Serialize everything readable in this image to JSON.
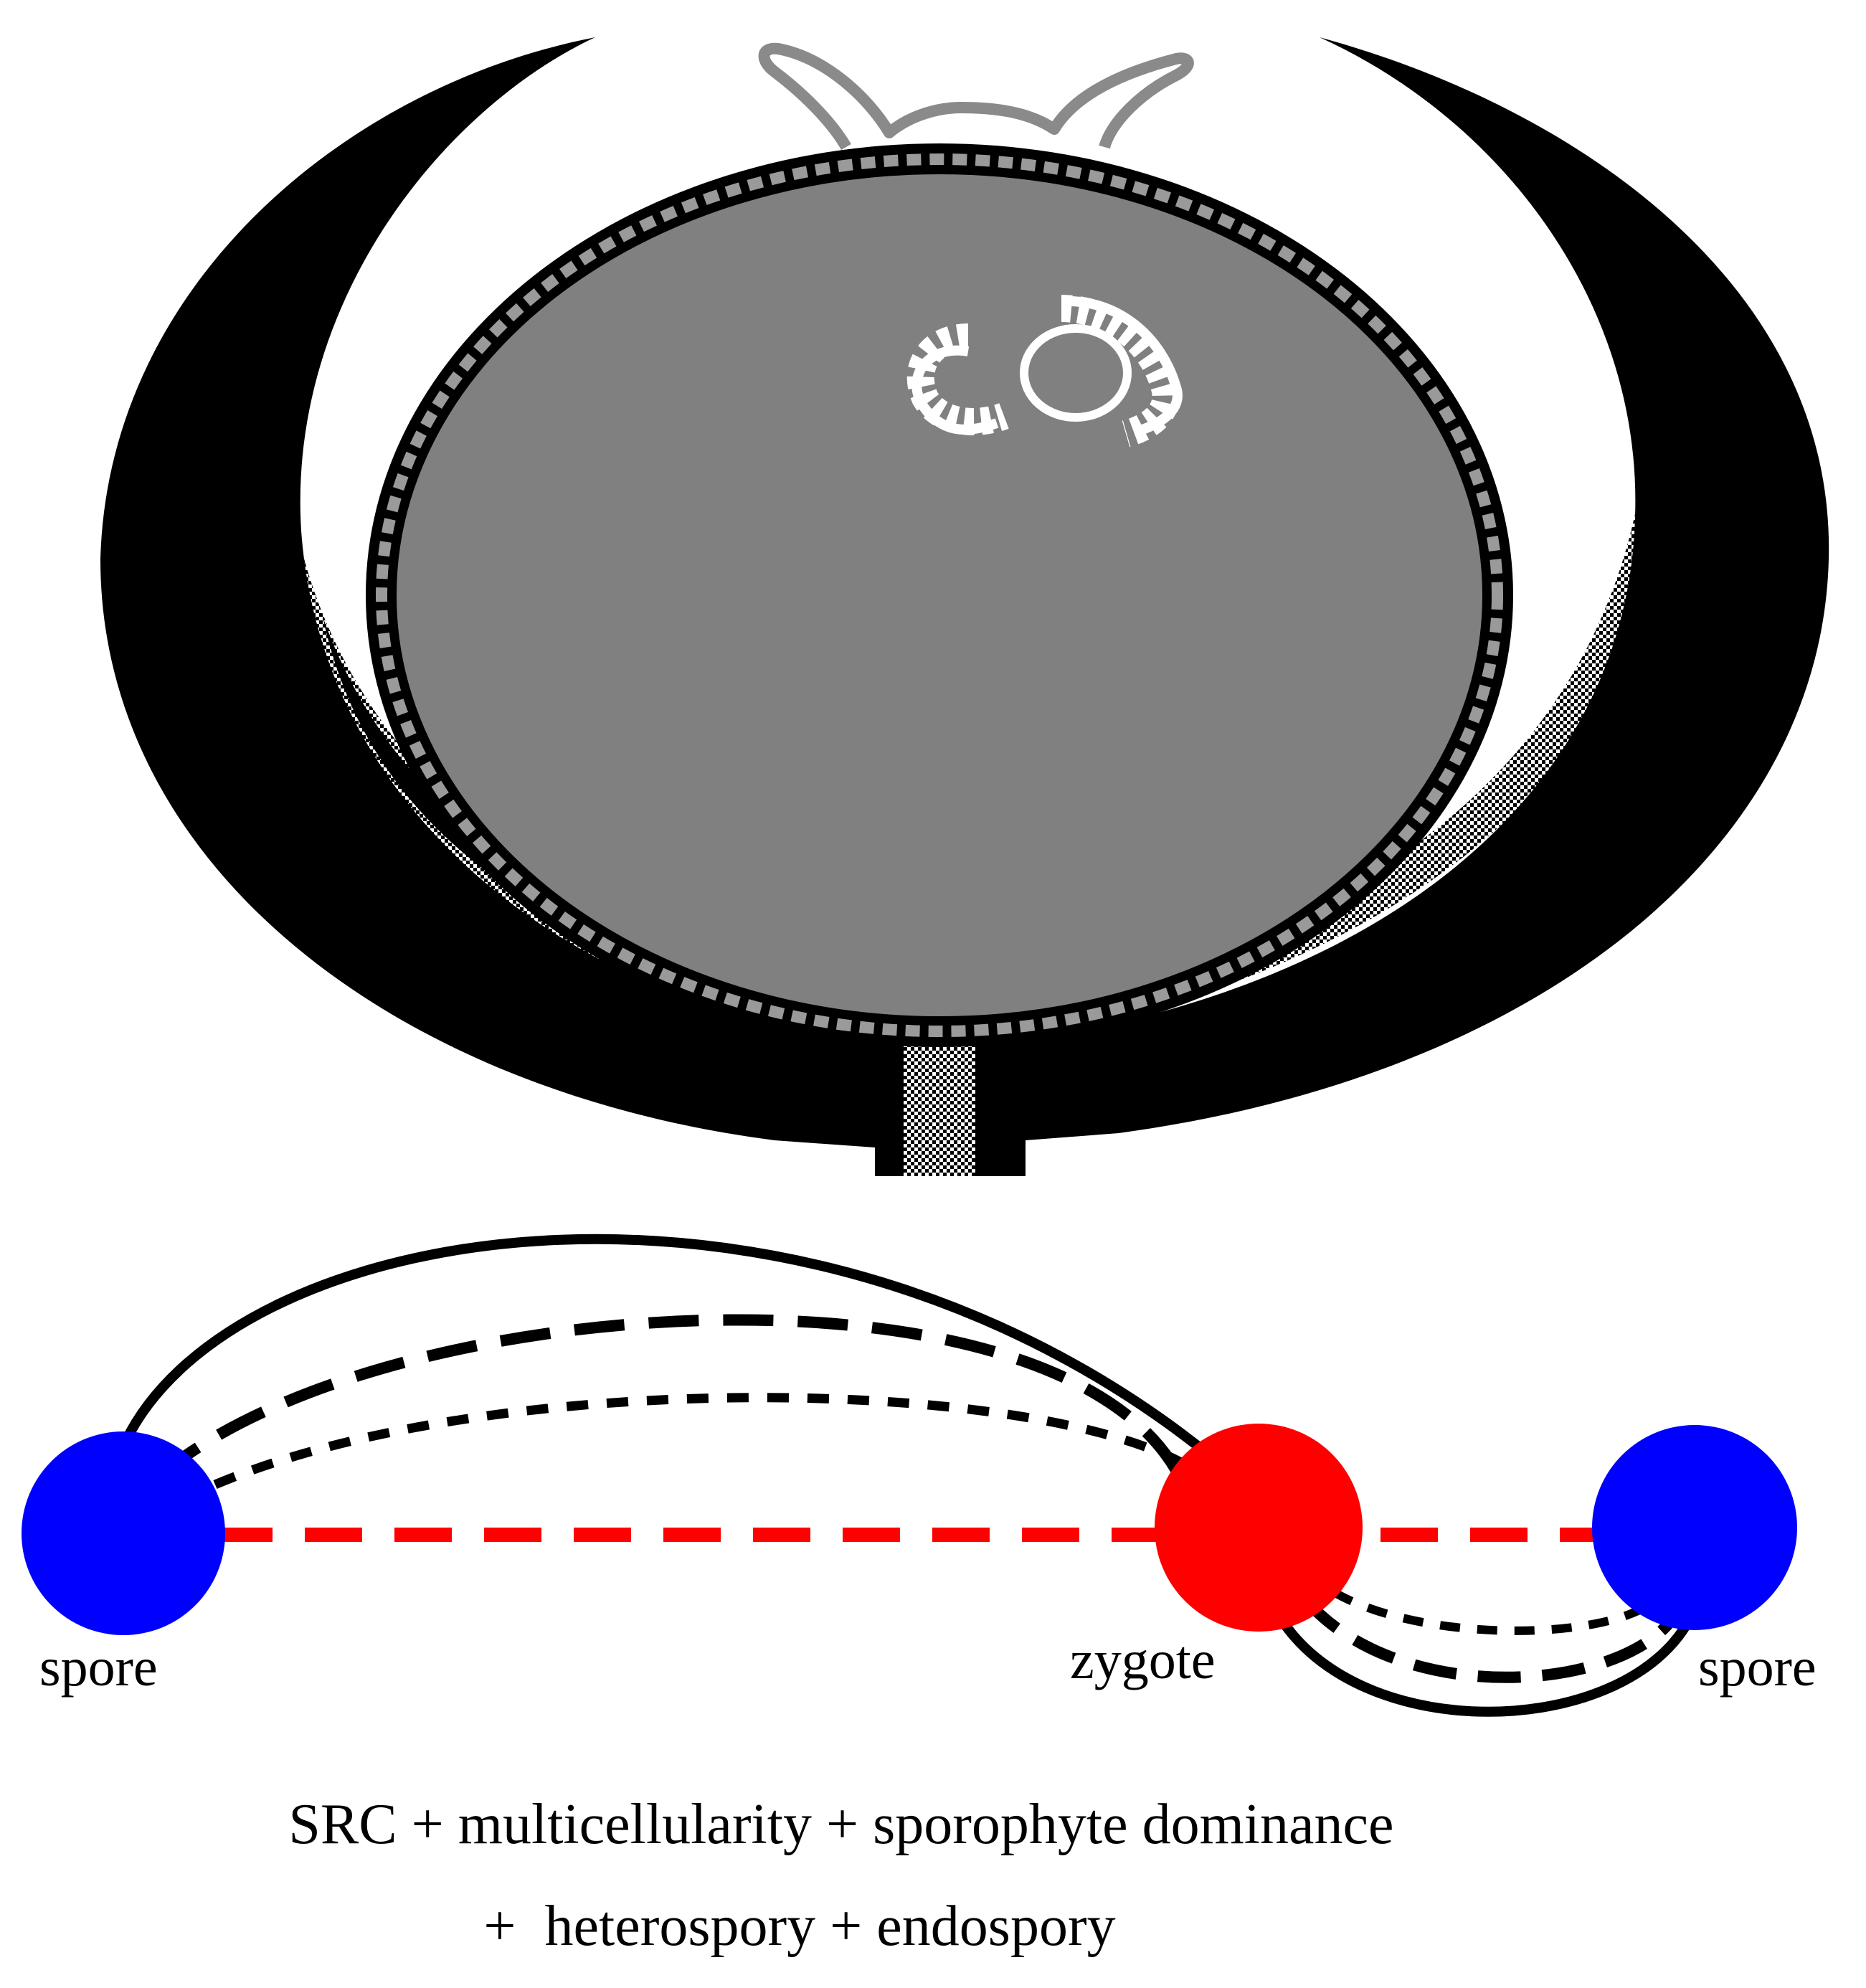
{
  "labels": {
    "spore_left": "spore",
    "zygote": "zygote",
    "spore_right": "spore"
  },
  "caption": {
    "line1": "SRC + multicellularity + sporophyte dominance",
    "line2": "+  heterospory + endospory"
  },
  "colors": {
    "spore": "#0000ff",
    "zygote": "#ff0000",
    "seed_body": "#808080",
    "integument": "#000000",
    "link_dashed": "#ff0000"
  }
}
